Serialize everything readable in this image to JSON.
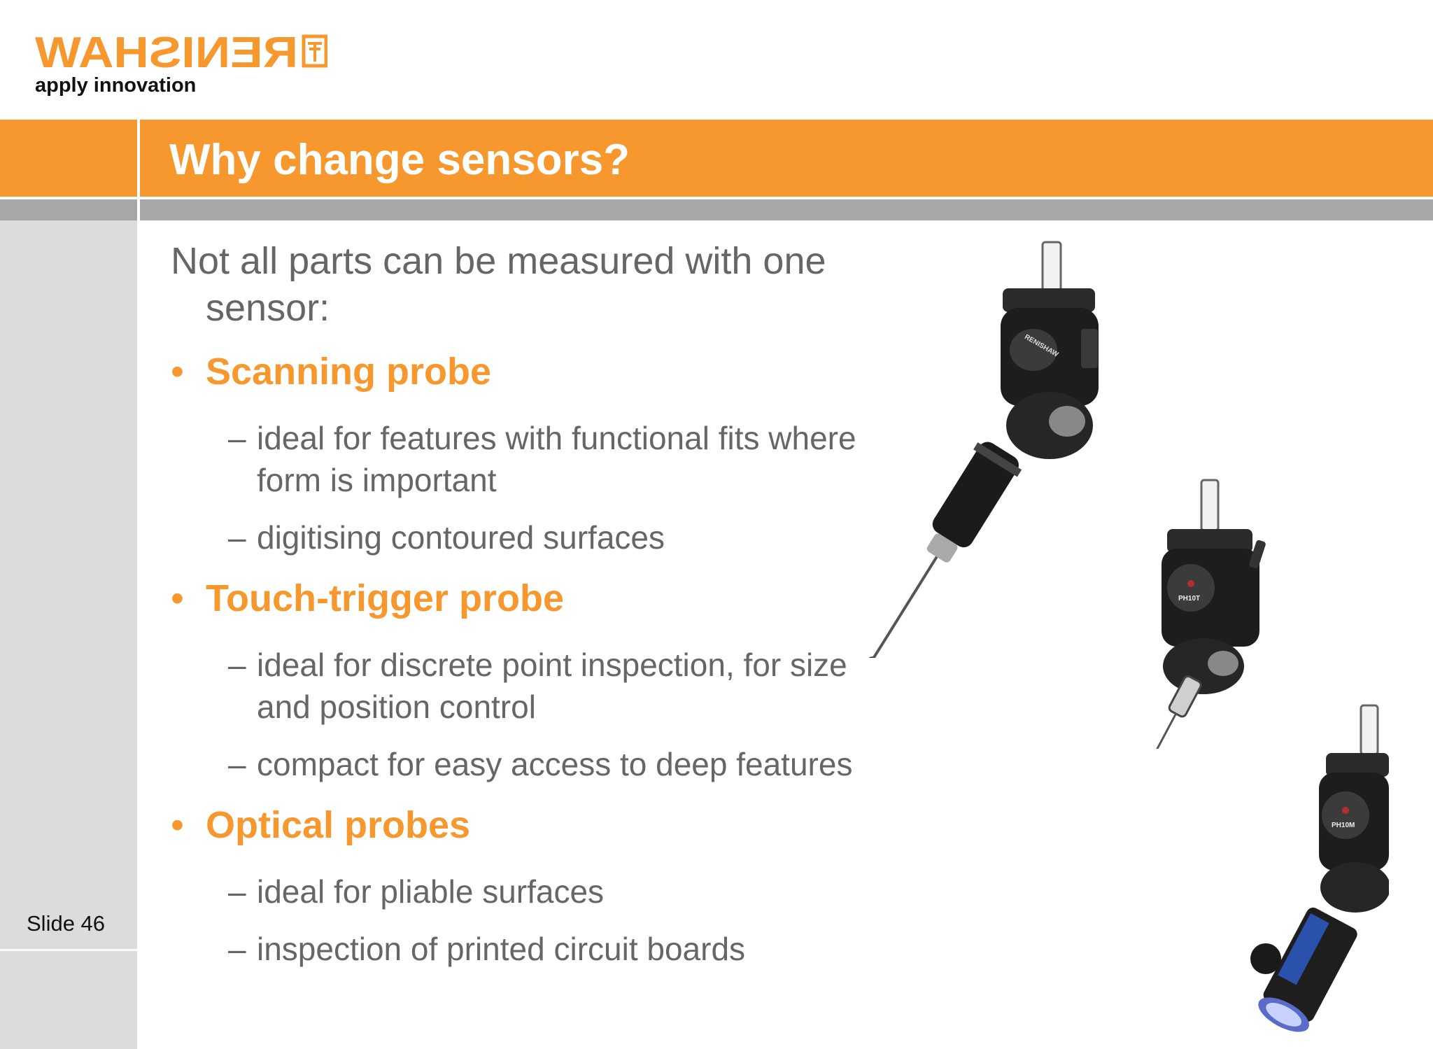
{
  "brand": {
    "name": "RENISHAW",
    "tagline": "apply innovation",
    "color": "#f7982f"
  },
  "slide": {
    "title": "Why change sensors?",
    "number": "Slide 46"
  },
  "content": {
    "intro": "Not all parts can be measured with one sensor:",
    "sections": [
      {
        "heading": "Scanning probe",
        "points": [
          "ideal for features with functional fits where form is important",
          "digitising contoured surfaces"
        ]
      },
      {
        "heading": "Touch-trigger probe",
        "points": [
          "ideal for discrete point inspection, for size and position control",
          "compact for easy access to deep features"
        ]
      },
      {
        "heading": "Optical probes",
        "points": [
          "ideal for pliable surfaces",
          "inspection of printed circuit boards"
        ]
      }
    ]
  },
  "images": {
    "probe1_label": "RENISHAW",
    "probe2_label": "PH10T",
    "probe3_label": "PH10M"
  }
}
